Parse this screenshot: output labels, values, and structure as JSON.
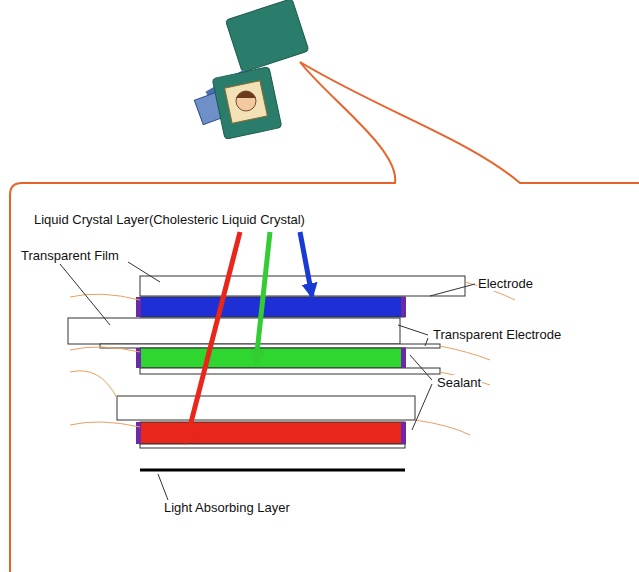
{
  "diagram": {
    "labels": [
      "Liquid Crystal Layer(Cholesteric Liquid Crystal)",
      "Transparent Film",
      "Electrode",
      "Transparent Electrode",
      "Sealant",
      "Light Absorbing Layer"
    ]
  }
}
